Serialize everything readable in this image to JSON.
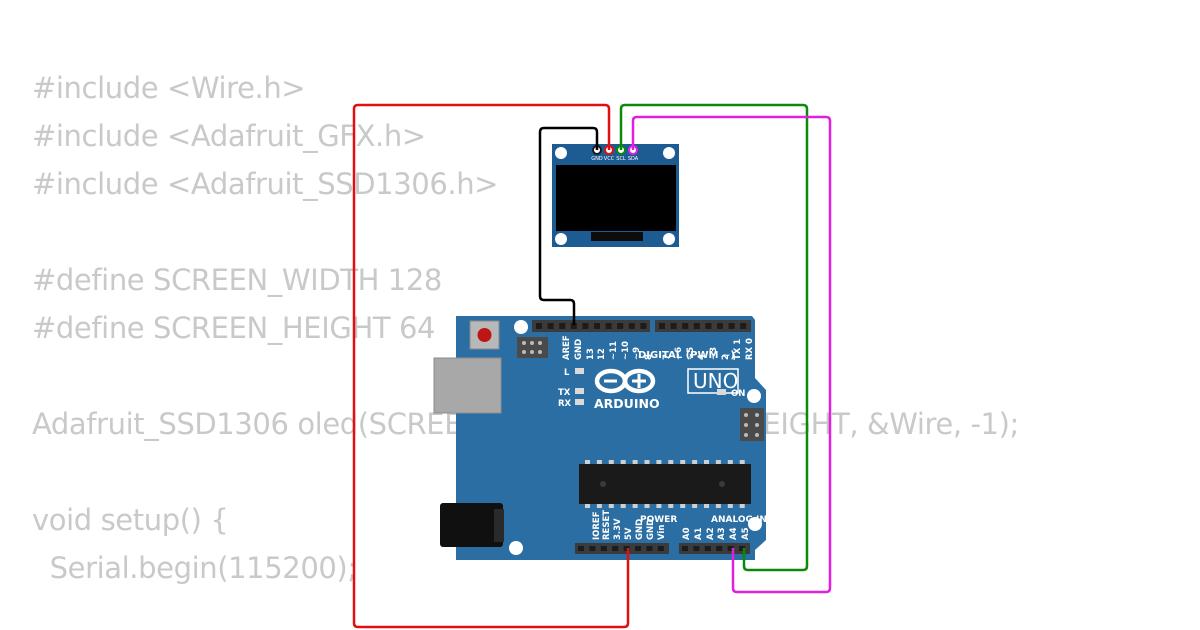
{
  "code_lines": [
    "#include <Wire.h>",
    "#include <Adafruit_GFX.h>",
    "#include <Adafruit_SSD1306.h>",
    "",
    "#define SCREEN_WIDTH 128",
    "#define SCREEN_HEIGHT 64",
    "",
    "Adafruit_SSD1306 oled(SCREEN_WIDTH, SCREEN_HEIGHT, &Wire, -1);",
    "",
    "void setup() {",
    "  Serial.begin(115200);"
  ],
  "oled": {
    "pins": [
      "GND",
      "VCC",
      "SCL",
      "SDA"
    ]
  },
  "arduino": {
    "model": "UNO",
    "brand": "ARDUINO",
    "on_label": "ON",
    "led_l": "L",
    "led_tx": "TX",
    "led_rx": "RX",
    "digital_header": "DIGITAL (PWM ~)",
    "digital_pins": [
      "AREF",
      "GND",
      "13",
      "12",
      "~11",
      "~10",
      "~9",
      "8",
      "7",
      "~6",
      "~5",
      "4",
      "~3",
      "2",
      "TX 1",
      "RX 0"
    ],
    "power_header": "POWER",
    "power_pins": [
      "IOREF",
      "RESET",
      "3.3V",
      "5V",
      "GND",
      "GND",
      "Vin"
    ],
    "analog_header": "ANALOG IN",
    "analog_pins": [
      "A0",
      "A1",
      "A2",
      "A3",
      "A4",
      "A5"
    ]
  },
  "wires": [
    {
      "name": "gnd-wire",
      "color": "#000000"
    },
    {
      "name": "vcc-wire",
      "color": "#e01010"
    },
    {
      "name": "scl-wire",
      "color": "#0a8a0a"
    },
    {
      "name": "sda-wire",
      "color": "#e020e0"
    }
  ],
  "colors": {
    "board": "#2b6ea3",
    "board_text": "#ffffff",
    "code_text": "#c9c9c9",
    "oled_pcb": "#1d5b93"
  }
}
